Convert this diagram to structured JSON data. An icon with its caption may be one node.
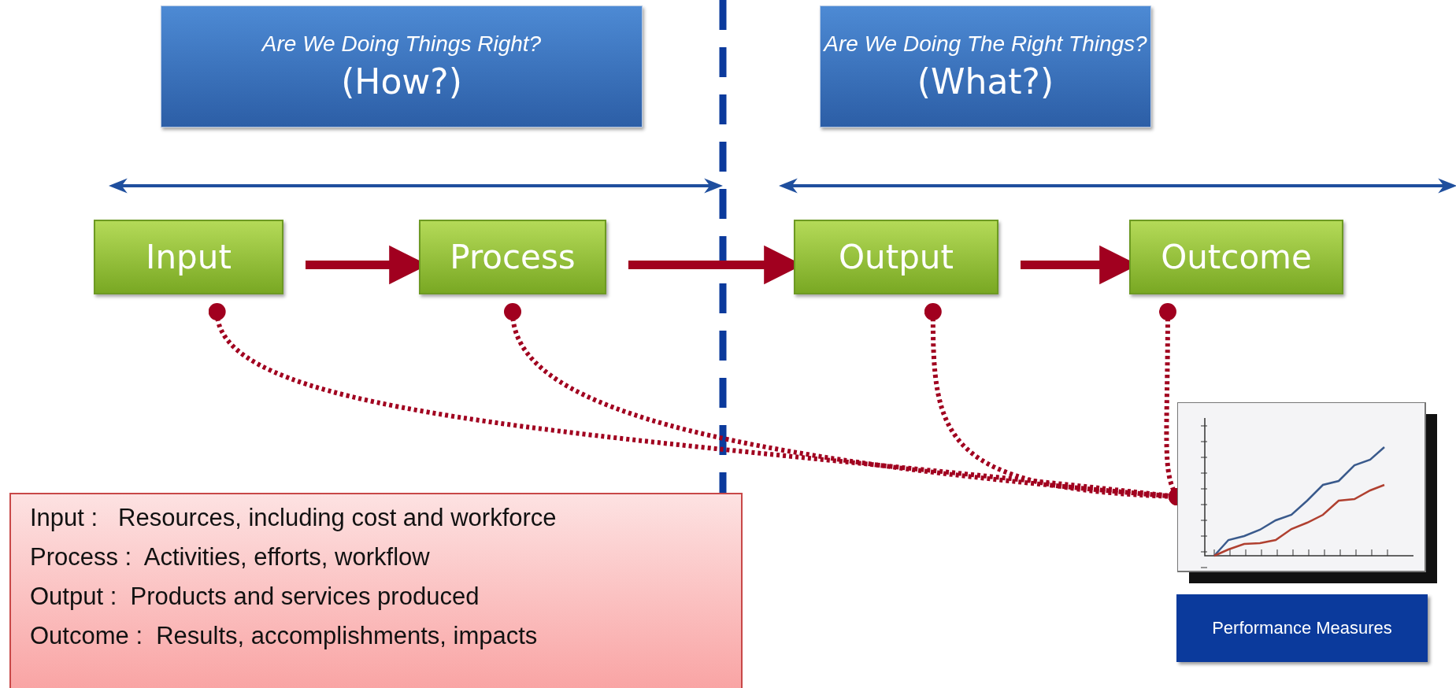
{
  "diagram": {
    "nodes": [
      {
        "text": [
          "Are We Doing Things Right?",
          "(How?)"
        ]
      },
      {
        "text": [
          "Are We Doing The Right Things?",
          "(What?)"
        ]
      },
      {
        "text": [
          "Input"
        ]
      },
      {
        "text": [
          "Process"
        ]
      },
      {
        "text": [
          "Output"
        ]
      },
      {
        "text": [
          "Outcome"
        ]
      },
      {
        "text": [],
        "shape": "picture",
        "beside": [
          "Performance Measures"
        ]
      },
      {
        "text": [
          "Input :   Resources, including cost and workforce",
          "Process :  Activities, efforts, workflow",
          "Output :  Products and services produced",
          "Outcome :  Results, accomplishments, impacts"
        ]
      }
    ],
    "edges": [
      {
        "from": 2,
        "to": 3,
        "arrow": "to",
        "style": "thick"
      },
      {
        "from": 3,
        "to": 4,
        "arrow": "to",
        "style": "thick"
      },
      {
        "from": 4,
        "to": 5,
        "arrow": "to",
        "style": "thick"
      },
      {
        "from": 2,
        "to": 6,
        "arrow": "other",
        "style": "dashed"
      },
      {
        "from": 3,
        "to": 6,
        "arrow": "other",
        "style": "dashed"
      },
      {
        "from": 4,
        "to": 6,
        "arrow": "other",
        "style": "dashed"
      },
      {
        "from": 5,
        "to": 6,
        "arrow": "other",
        "style": "dashed"
      }
    ]
  }
}
